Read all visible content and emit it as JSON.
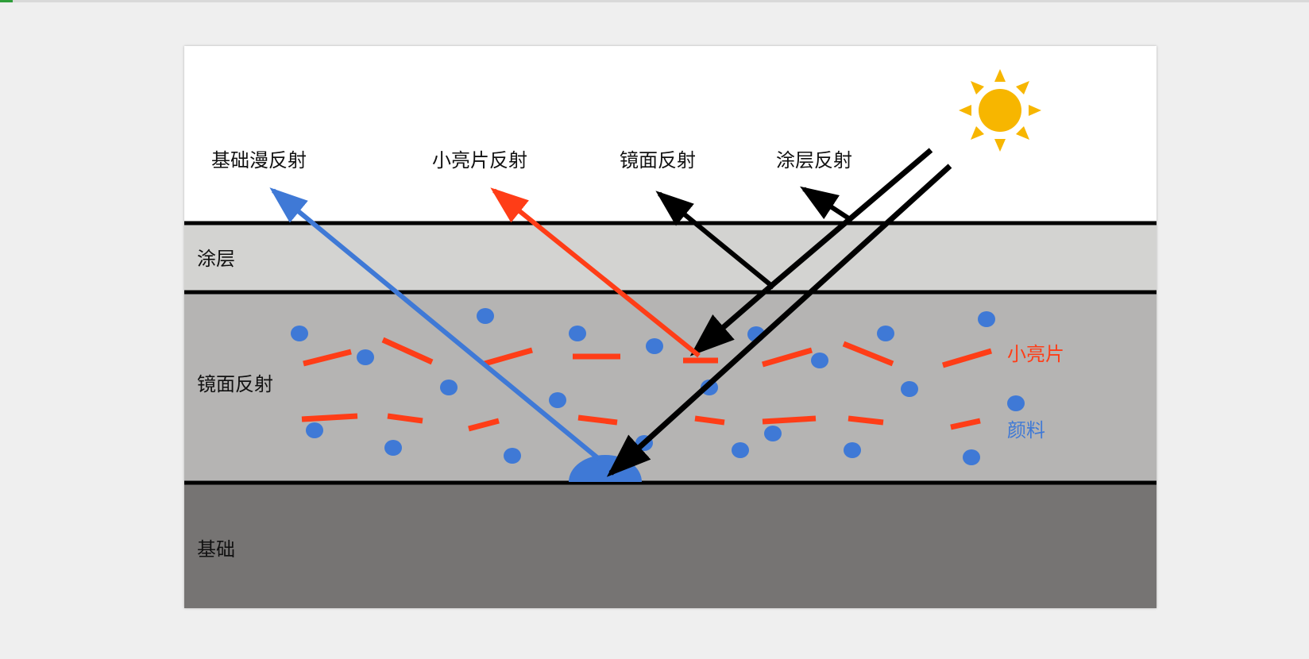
{
  "top_labels": {
    "diffuse": "基础漫反射",
    "flake": "小亮片反射",
    "specular": "镜面反射",
    "clearcoat": "涂层反射"
  },
  "layers": {
    "coating": "涂层",
    "specular": "镜面反射",
    "base": "基础"
  },
  "legend": {
    "flake": "小亮片",
    "pigment": "颜料"
  },
  "colors": {
    "flake": "#ff3d17",
    "pigment": "#3f79d6",
    "sun": "#f7b600",
    "coating_layer": "#d3d3d1",
    "specular_layer": "#b5b4b3",
    "base_layer": "#767473",
    "arrow": "#000000"
  },
  "icons": {
    "sun": "sun-icon"
  }
}
